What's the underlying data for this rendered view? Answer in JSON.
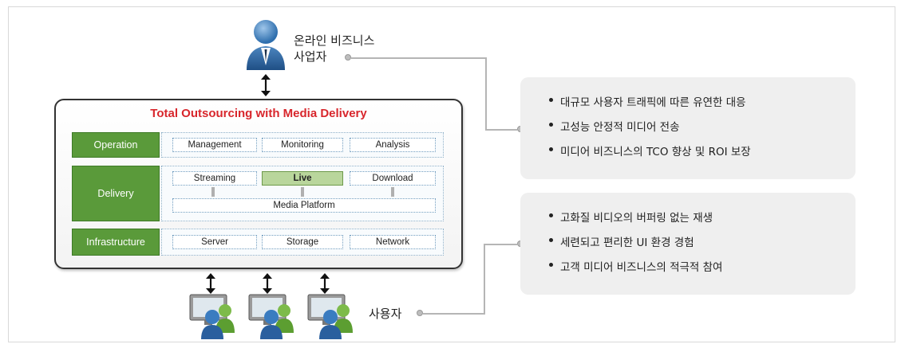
{
  "top_actor": {
    "label_line1": "온라인 비즈니스",
    "label_line2": "사업자",
    "icon": "business-person-icon"
  },
  "bottom_actor": {
    "label": "사용자",
    "icon": "user-computer-icon"
  },
  "platform": {
    "title": "Total Outsourcing with Media Delivery",
    "layers": [
      {
        "label": "Operation",
        "items": [
          "Management",
          "Monitoring",
          "Analysis"
        ]
      },
      {
        "label": "Delivery",
        "items": [
          "Streaming",
          "Live",
          "Download"
        ],
        "base": "Media Platform"
      },
      {
        "label": "Infrastructure",
        "items": [
          "Server",
          "Storage",
          "Network"
        ]
      }
    ]
  },
  "benefits_business": [
    "대규모 사용자 트래픽에 따른 유연한 대응",
    "고성능 안정적 미디어 전송",
    "미디어 비즈니스의 TCO 향상 및 ROI 보장"
  ],
  "benefits_users": [
    "고화질 비디오의 버퍼링 없는 재생",
    "세련되고 편리한 UI 환경 경험",
    "고객 미디어 비즈니스의 적극적 참여"
  ],
  "colors": {
    "title_red": "#d8262c",
    "layer_green": "#5a9a3a",
    "live_green": "#b9d69c",
    "bubble_gray": "#efefef"
  }
}
